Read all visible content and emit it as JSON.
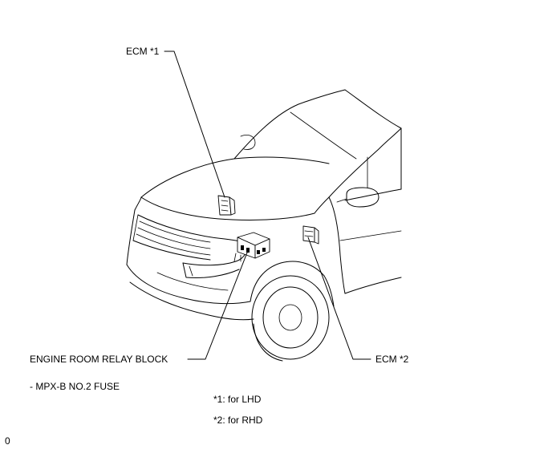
{
  "labels": {
    "ecm1": "ECM *1",
    "ecm2": "ECM *2",
    "relay_block": "ENGINE ROOM RELAY BLOCK",
    "fuse": "- MPX-B NO.2 FUSE"
  },
  "notes": {
    "lhd": "*1: for LHD",
    "rhd": "*2: for RHD"
  },
  "corner_mark": "0"
}
